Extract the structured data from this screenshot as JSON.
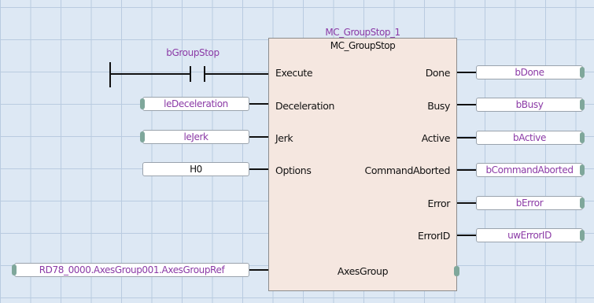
{
  "fb": {
    "instance_name": "MC_GroupStop_1",
    "type_name": "MC_GroupStop",
    "inputs": {
      "execute": "Execute",
      "deceleration": "Deceleration",
      "jerk": "Jerk",
      "options": "Options",
      "axes_group": "AxesGroup"
    },
    "outputs": {
      "done": "Done",
      "busy": "Busy",
      "active": "Active",
      "command_aborted": "CommandAborted",
      "error": "Error",
      "error_id": "ErrorID"
    }
  },
  "contact": {
    "label": "bGroupStop"
  },
  "input_vars": {
    "deceleration": "leDeceleration",
    "jerk": "leJerk",
    "options": "H0",
    "axes_group": "RD78_0000.AxesGroup001.AxesGroupRef"
  },
  "output_vars": {
    "done": "bDone",
    "busy": "bBusy",
    "active": "bActive",
    "command_aborted": "bCommandAborted",
    "error": "bError",
    "error_id": "uwErrorID"
  },
  "colors": {
    "variable_text": "#8b3aa6",
    "fb_body": "#f5e7e0",
    "grid": "#b9cbe0",
    "background": "#dde8f4"
  }
}
